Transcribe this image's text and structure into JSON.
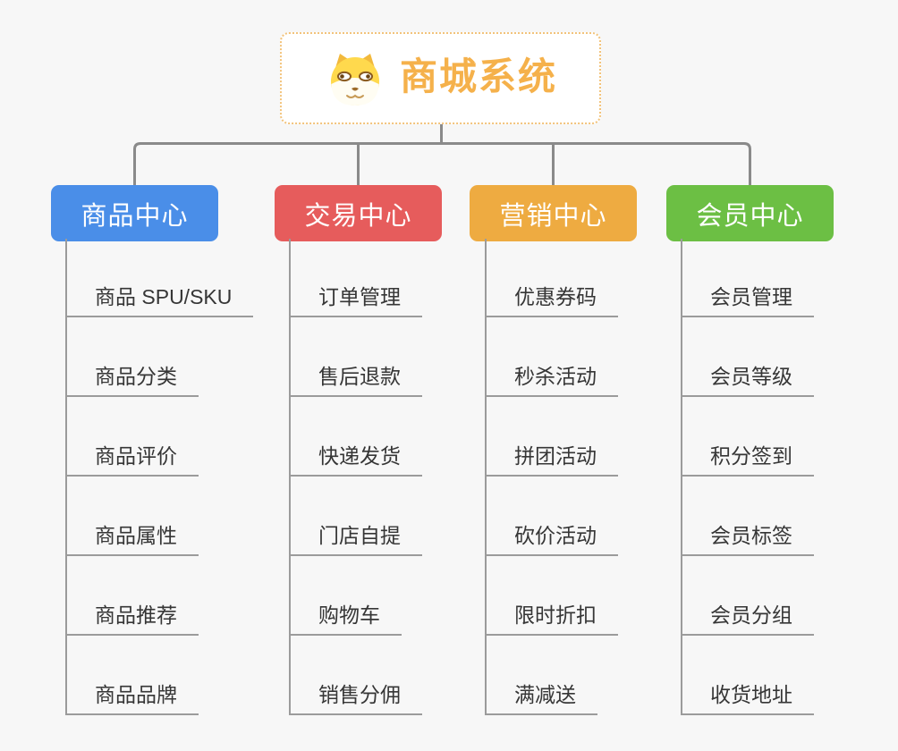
{
  "app": {
    "background_color": "#f7f7f7",
    "connector_color": "#8a8a8a",
    "child_line_color": "#9b9b9b"
  },
  "root": {
    "title": "商城系统",
    "title_color": "#f5b14b",
    "border_color": "#f2c37b",
    "icon": "shiba-dog-icon"
  },
  "branches": [
    {
      "label": "商品中心",
      "color": "#4a8ee8",
      "children": [
        "商品 SPU/SKU",
        "商品分类",
        "商品评价",
        "商品属性",
        "商品推荐",
        "商品品牌"
      ]
    },
    {
      "label": "交易中心",
      "color": "#e65c5c",
      "children": [
        "订单管理",
        "售后退款",
        "快递发货",
        "门店自提",
        "购物车",
        "销售分佣"
      ]
    },
    {
      "label": "营销中心",
      "color": "#eeab41",
      "children": [
        "优惠券码",
        "秒杀活动",
        "拼团活动",
        "砍价活动",
        "限时折扣",
        "满减送"
      ]
    },
    {
      "label": "会员中心",
      "color": "#6cbf44",
      "children": [
        "会员管理",
        "会员等级",
        "积分签到",
        "会员标签",
        "会员分组",
        "收货地址"
      ]
    }
  ]
}
